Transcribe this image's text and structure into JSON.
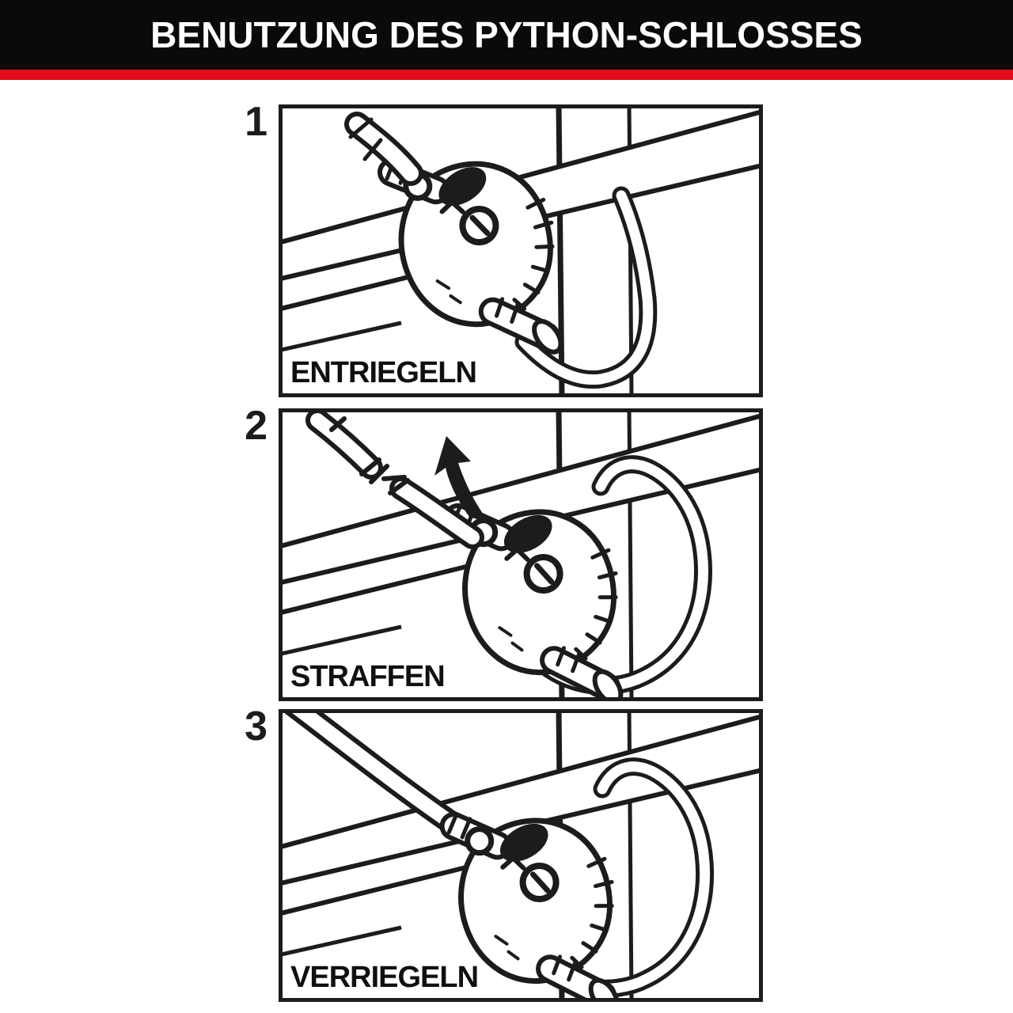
{
  "header": {
    "title": "BENUTZUNG DES PYTHON-SCHLOSSES",
    "bar_color": "#0a0a0a",
    "stripe_color": "#e30b17"
  },
  "illustration_ink_color": "#1c1c1c",
  "panels": [
    {
      "number": "1",
      "label": "ENTRIEGELN"
    },
    {
      "number": "2",
      "label": "STRAFFEN"
    },
    {
      "number": "3",
      "label": "VERRIEGELN"
    }
  ]
}
